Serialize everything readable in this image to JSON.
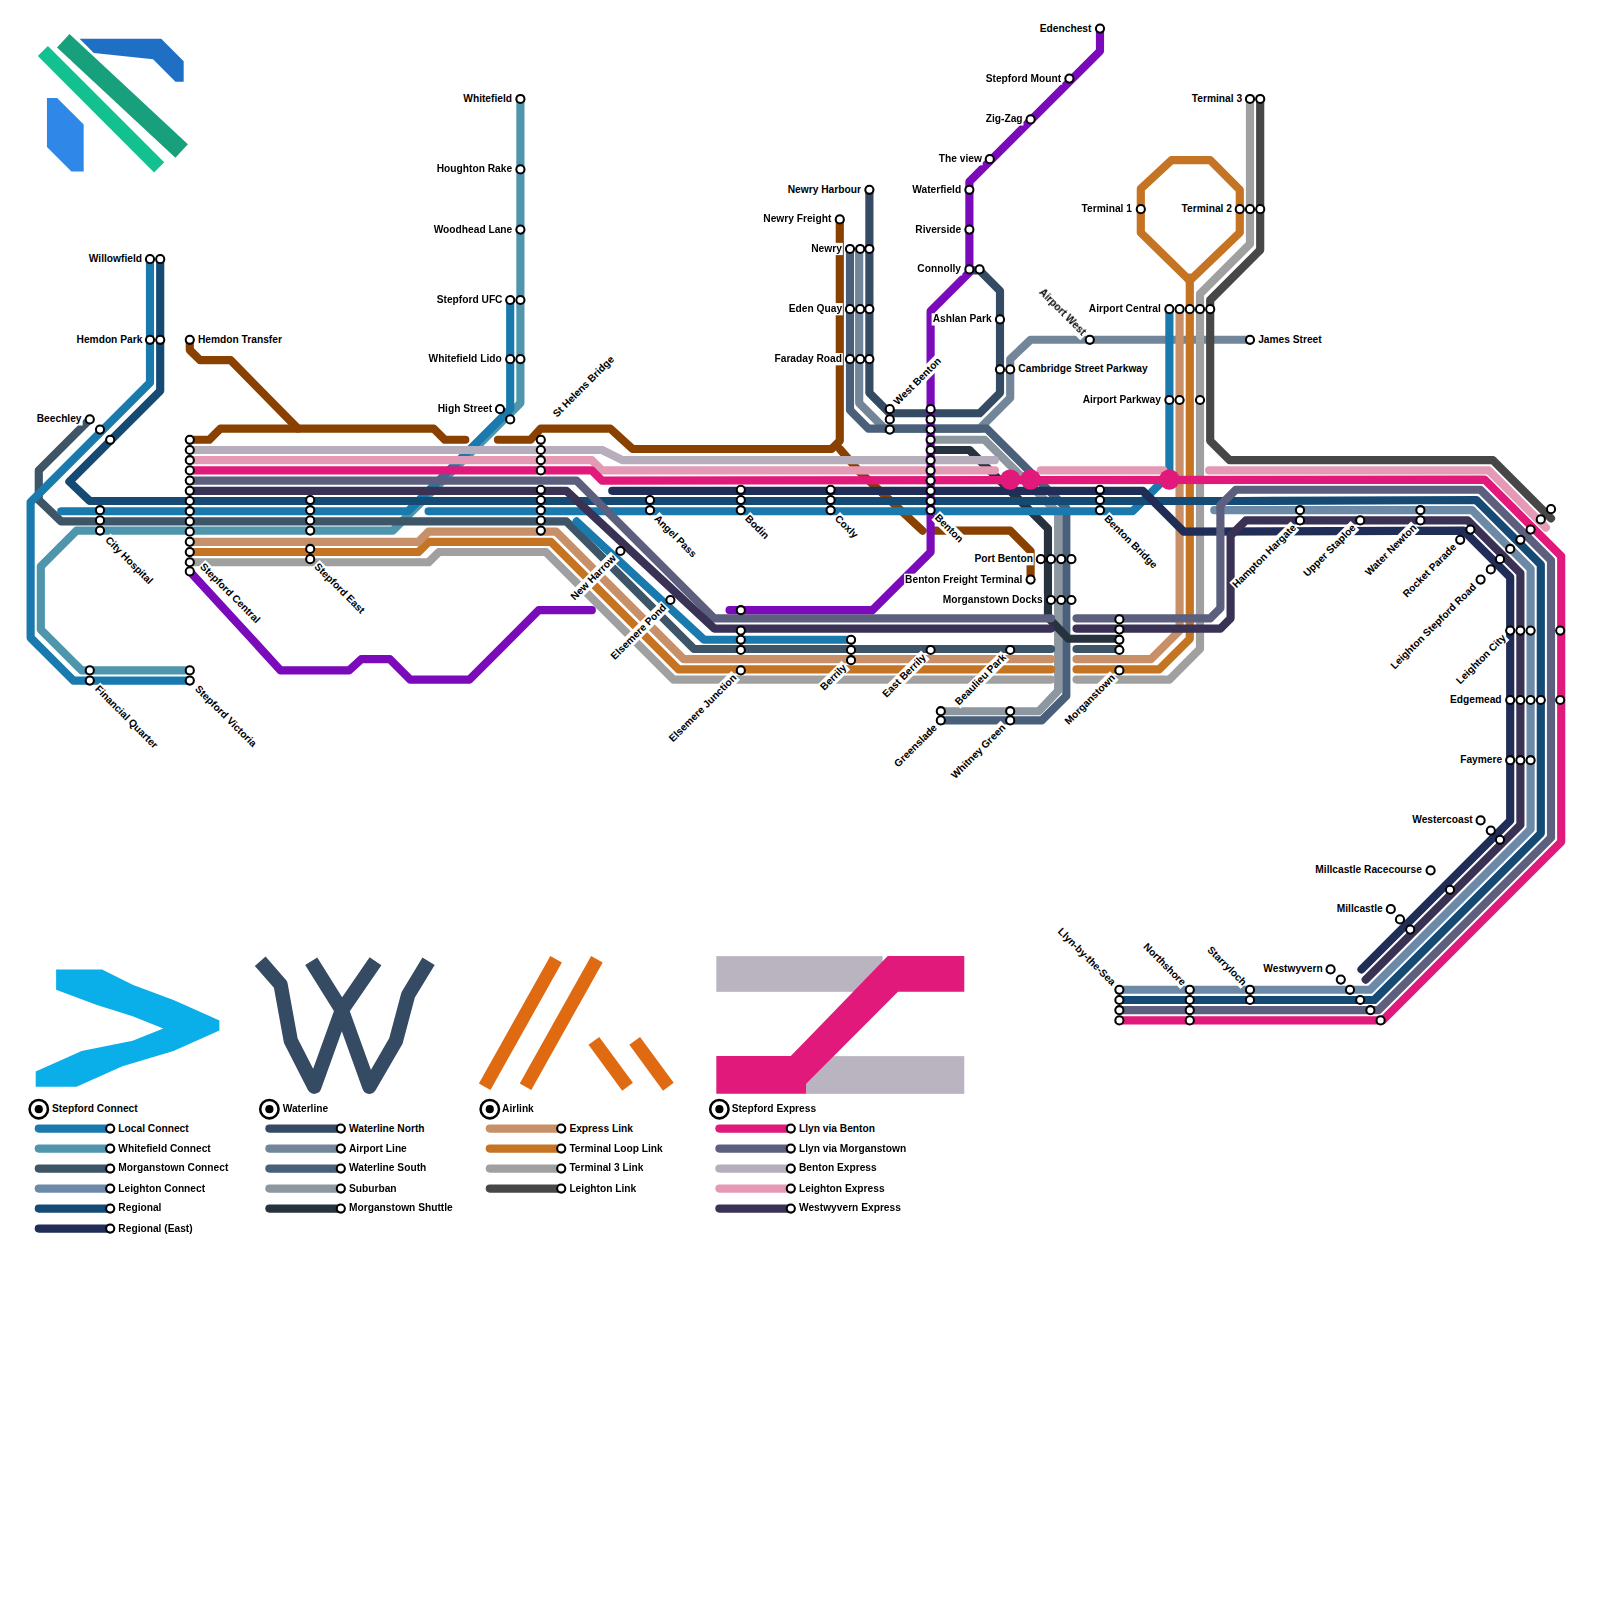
{
  "diagram": {
    "labels": [
      "Willowfield",
      "Hemdon Park",
      "Hemdon Transfer",
      "Beechley",
      "City Hospital",
      "Financial Quarter",
      "Stepford Victoria",
      "Stepford Central",
      "Stepford East",
      "Whitefield",
      "Houghton Rake",
      "Woodhead Lane",
      "Stepford UFC",
      "Whitefield Lido",
      "High Street",
      "St Helens Bridge",
      "Angel Pass",
      "Bodin",
      "Coxly",
      "New Harrow",
      "Elsemere Pond",
      "Elsemere Junction",
      "Berrily",
      "East Berrily",
      "Beaulieu Park",
      "Greenslade",
      "Whitney Green",
      "Newry Harbour",
      "Newry Freight",
      "Newry",
      "Eden Quay",
      "Faraday Road",
      "West Benton",
      "Benton",
      "Edenchest",
      "Stepford Mount",
      "Zig-Zag",
      "The view",
      "Waterfield",
      "Riverside",
      "Connolly",
      "Ashlan Park",
      "Cambridge Street Parkway",
      "Airport West",
      "James Street",
      "Airport Central",
      "Airport Parkway",
      "Terminal 1",
      "Terminal 2",
      "Terminal 3",
      "Port Benton",
      "Benton Freight Terminal",
      "Morganstown Docks",
      "Morganstown",
      "Benton Bridge",
      "Hampton Hargate",
      "Upper Staploe",
      "Water Newton",
      "Rocket Parade",
      "Leighton Stepford Road",
      "Leighton City",
      "Edgemead",
      "Faymere",
      "Westercoast",
      "Millcastle Racecourse",
      "Millcastle",
      "Westwyvern",
      "Starryloch",
      "Northshore",
      "Llyn-by-the-Sea",
      "Stepford Connect",
      "Waterline",
      "Airlink",
      "Stepford Express"
    ],
    "legend": [
      {
        "text": "Local Connect",
        "color": "#1a7aad"
      },
      {
        "text": "Whitefield Connect",
        "color": "#4f96ad"
      },
      {
        "text": "Morganstown Connect",
        "color": "#3d5566"
      },
      {
        "text": "Leighton Connect",
        "color": "#6c8aa8"
      },
      {
        "text": "Regional",
        "color": "#154a75"
      },
      {
        "text": "Regional (East)",
        "color": "#1f2d57"
      },
      {
        "text": "Waterline North",
        "color": "#354a63"
      },
      {
        "text": "Airport Line",
        "color": "#738699"
      },
      {
        "text": "Waterline South",
        "color": "#4a5f7a"
      },
      {
        "text": "Suburban",
        "color": "#8c979f"
      },
      {
        "text": "Morganstown Shuttle",
        "color": "#26323e"
      },
      {
        "text": "Express Link",
        "color": "#c89068"
      },
      {
        "text": "Terminal Loop Link",
        "color": "#c47422"
      },
      {
        "text": "Terminal 3 Link",
        "color": "#a0a0a0"
      },
      {
        "text": "Leighton Link",
        "color": "#474747"
      },
      {
        "text": "Llyn via Benton",
        "color": "#e0197a"
      },
      {
        "text": "Llyn via Morganstown",
        "color": "#5c5f7e"
      },
      {
        "text": "Benton Express",
        "color": "#b6aebc"
      },
      {
        "text": "Leighton Express",
        "color": "#e49ab5"
      },
      {
        "text": "Westwyvern Express",
        "color": "#3a3254"
      }
    ]
  }
}
